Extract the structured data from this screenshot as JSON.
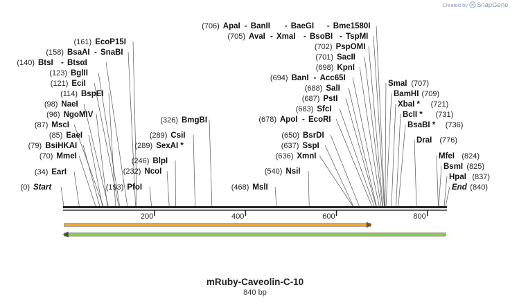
{
  "map": {
    "title": "mRuby-Caveolin-C-10",
    "subtitle": "840 bp",
    "length": 840,
    "credit": {
      "prefix": "Created by",
      "brand": "SnapGene"
    }
  },
  "axis_ticks": [
    200,
    400,
    600,
    800
  ],
  "sites": [
    {
      "name": "Start",
      "pos": 0,
      "italic": true
    },
    {
      "name": "EarI",
      "pos": 34
    },
    {
      "name": "MmeI",
      "pos": 70
    },
    {
      "name": "BsiHKAI",
      "pos": 79
    },
    {
      "name": "EaeI",
      "pos": 85
    },
    {
      "name": "MscI",
      "pos": 87
    },
    {
      "name": "NgoMIV",
      "pos": 96
    },
    {
      "name": "NaeI",
      "pos": 98
    },
    {
      "name": "BspEI",
      "pos": 114
    },
    {
      "name": "EciI",
      "pos": 121
    },
    {
      "name": "BglII",
      "pos": 123
    },
    {
      "name": "BtsI - BtsαI",
      "pos": 140
    },
    {
      "name": "BsaAI - SnaBI",
      "pos": 158
    },
    {
      "name": "EcoP15I",
      "pos": 161
    },
    {
      "name": "PfoI",
      "pos": 193
    },
    {
      "name": "NcoI",
      "pos": 232
    },
    {
      "name": "BlpI",
      "pos": 246
    },
    {
      "name": "SexAI *",
      "pos": 289
    },
    {
      "name": "CsiI",
      "pos": 289
    },
    {
      "name": "BmgBI",
      "pos": 326
    },
    {
      "name": "MslI",
      "pos": 468
    },
    {
      "name": "NsiI",
      "pos": 540
    },
    {
      "name": "XmnI",
      "pos": 636
    },
    {
      "name": "SspI",
      "pos": 637
    },
    {
      "name": "BsrDI",
      "pos": 650
    },
    {
      "name": "ApoI - EcoRI",
      "pos": 678
    },
    {
      "name": "SfcI",
      "pos": 683
    },
    {
      "name": "PstI",
      "pos": 687
    },
    {
      "name": "SalI",
      "pos": 688
    },
    {
      "name": "BanI - Acc65I",
      "pos": 694
    },
    {
      "name": "KpnI",
      "pos": 698
    },
    {
      "name": "SacII",
      "pos": 701
    },
    {
      "name": "PspOMI",
      "pos": 702
    },
    {
      "name": "AvaI - XmaI - BsoBI - TspMI",
      "pos": 705
    },
    {
      "name": "ApaI - BanII - BaeGI - Bme1580I",
      "pos": 706
    },
    {
      "name": "SmaI",
      "pos": 707
    },
    {
      "name": "BamHI",
      "pos": 709
    },
    {
      "name": "XbaI *",
      "pos": 721
    },
    {
      "name": "BclI *",
      "pos": 731
    },
    {
      "name": "BsaBI *",
      "pos": 736
    },
    {
      "name": "DraI",
      "pos": 776
    },
    {
      "name": "MfeI",
      "pos": 824
    },
    {
      "name": "BsmI",
      "pos": 825
    },
    {
      "name": "HpaI",
      "pos": 837
    },
    {
      "name": "End",
      "pos": 840,
      "italic": true
    }
  ],
  "features": [
    {
      "direction": "forward",
      "start": 1,
      "end": 675,
      "color": "#f7a82b"
    },
    {
      "direction": "reverse",
      "start": 1,
      "end": 840,
      "color": "#86d14a"
    }
  ]
}
